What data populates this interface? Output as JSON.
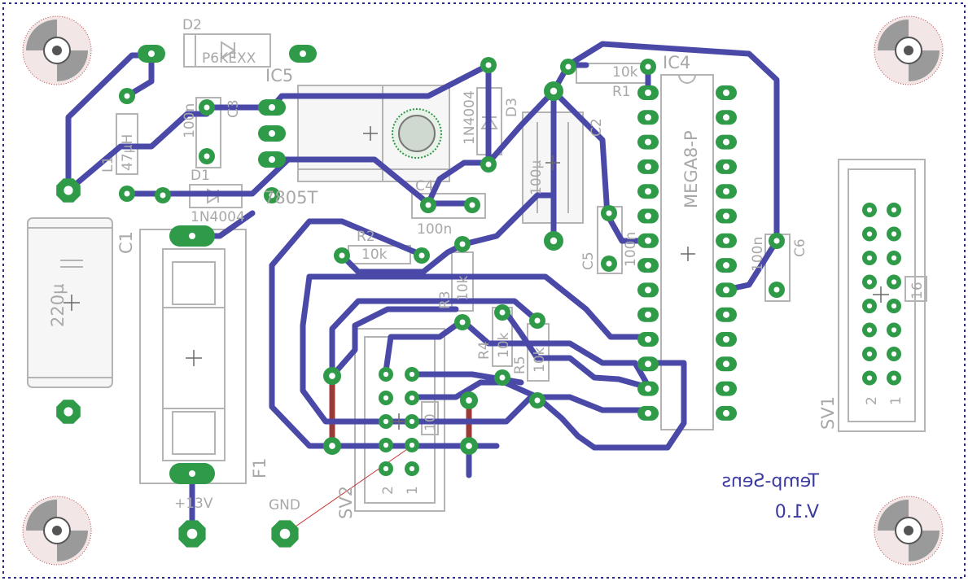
{
  "board": {
    "title_line1": "Temp-Sens",
    "title_line2": "V.1.0",
    "colors": {
      "trace": "#4a49a8",
      "pad": "#2f9a48",
      "silkscreen": "#a8a8a8",
      "bottom_trace": "#9c3a3a",
      "border": "#2b2b8c"
    }
  },
  "parts": {
    "d2": {
      "name": "D2",
      "value": "P6KEXX"
    },
    "ic5": {
      "name": "IC5",
      "value": "7805T"
    },
    "c3": {
      "name": "C3",
      "value": "100n"
    },
    "l1": {
      "name": "L1",
      "value": "47µH"
    },
    "d1": {
      "name": "D1",
      "value": "1N4004"
    },
    "d3": {
      "name": "D3",
      "value": "1N4004"
    },
    "c4": {
      "name": "C4",
      "value": "100n"
    },
    "c2": {
      "name": "C2",
      "value": "100µ"
    },
    "r1": {
      "name": "R1",
      "value": "10k"
    },
    "ic4": {
      "name": "IC4",
      "value": "MEGA8-P"
    },
    "c1": {
      "name": "C1",
      "value": "220µ"
    },
    "f1": {
      "name": "F1"
    },
    "r2": {
      "name": "R2",
      "value": "10k"
    },
    "r3": {
      "name": "R3",
      "value": "10k"
    },
    "r4": {
      "name": "R4",
      "value": "10k"
    },
    "r5": {
      "name": "R5",
      "value": "10k"
    },
    "c5": {
      "name": "C5",
      "value": "100n"
    },
    "c6": {
      "name": "C6",
      "value": "100n"
    },
    "sv1": {
      "name": "SV1",
      "pin1": "1",
      "pin2": "2",
      "pin16": "16"
    },
    "sv2": {
      "name": "SV2",
      "pin1": "1",
      "pin2": "2",
      "pin10": "10"
    }
  },
  "connectors": {
    "power": "+13V",
    "ground": "GND"
  }
}
